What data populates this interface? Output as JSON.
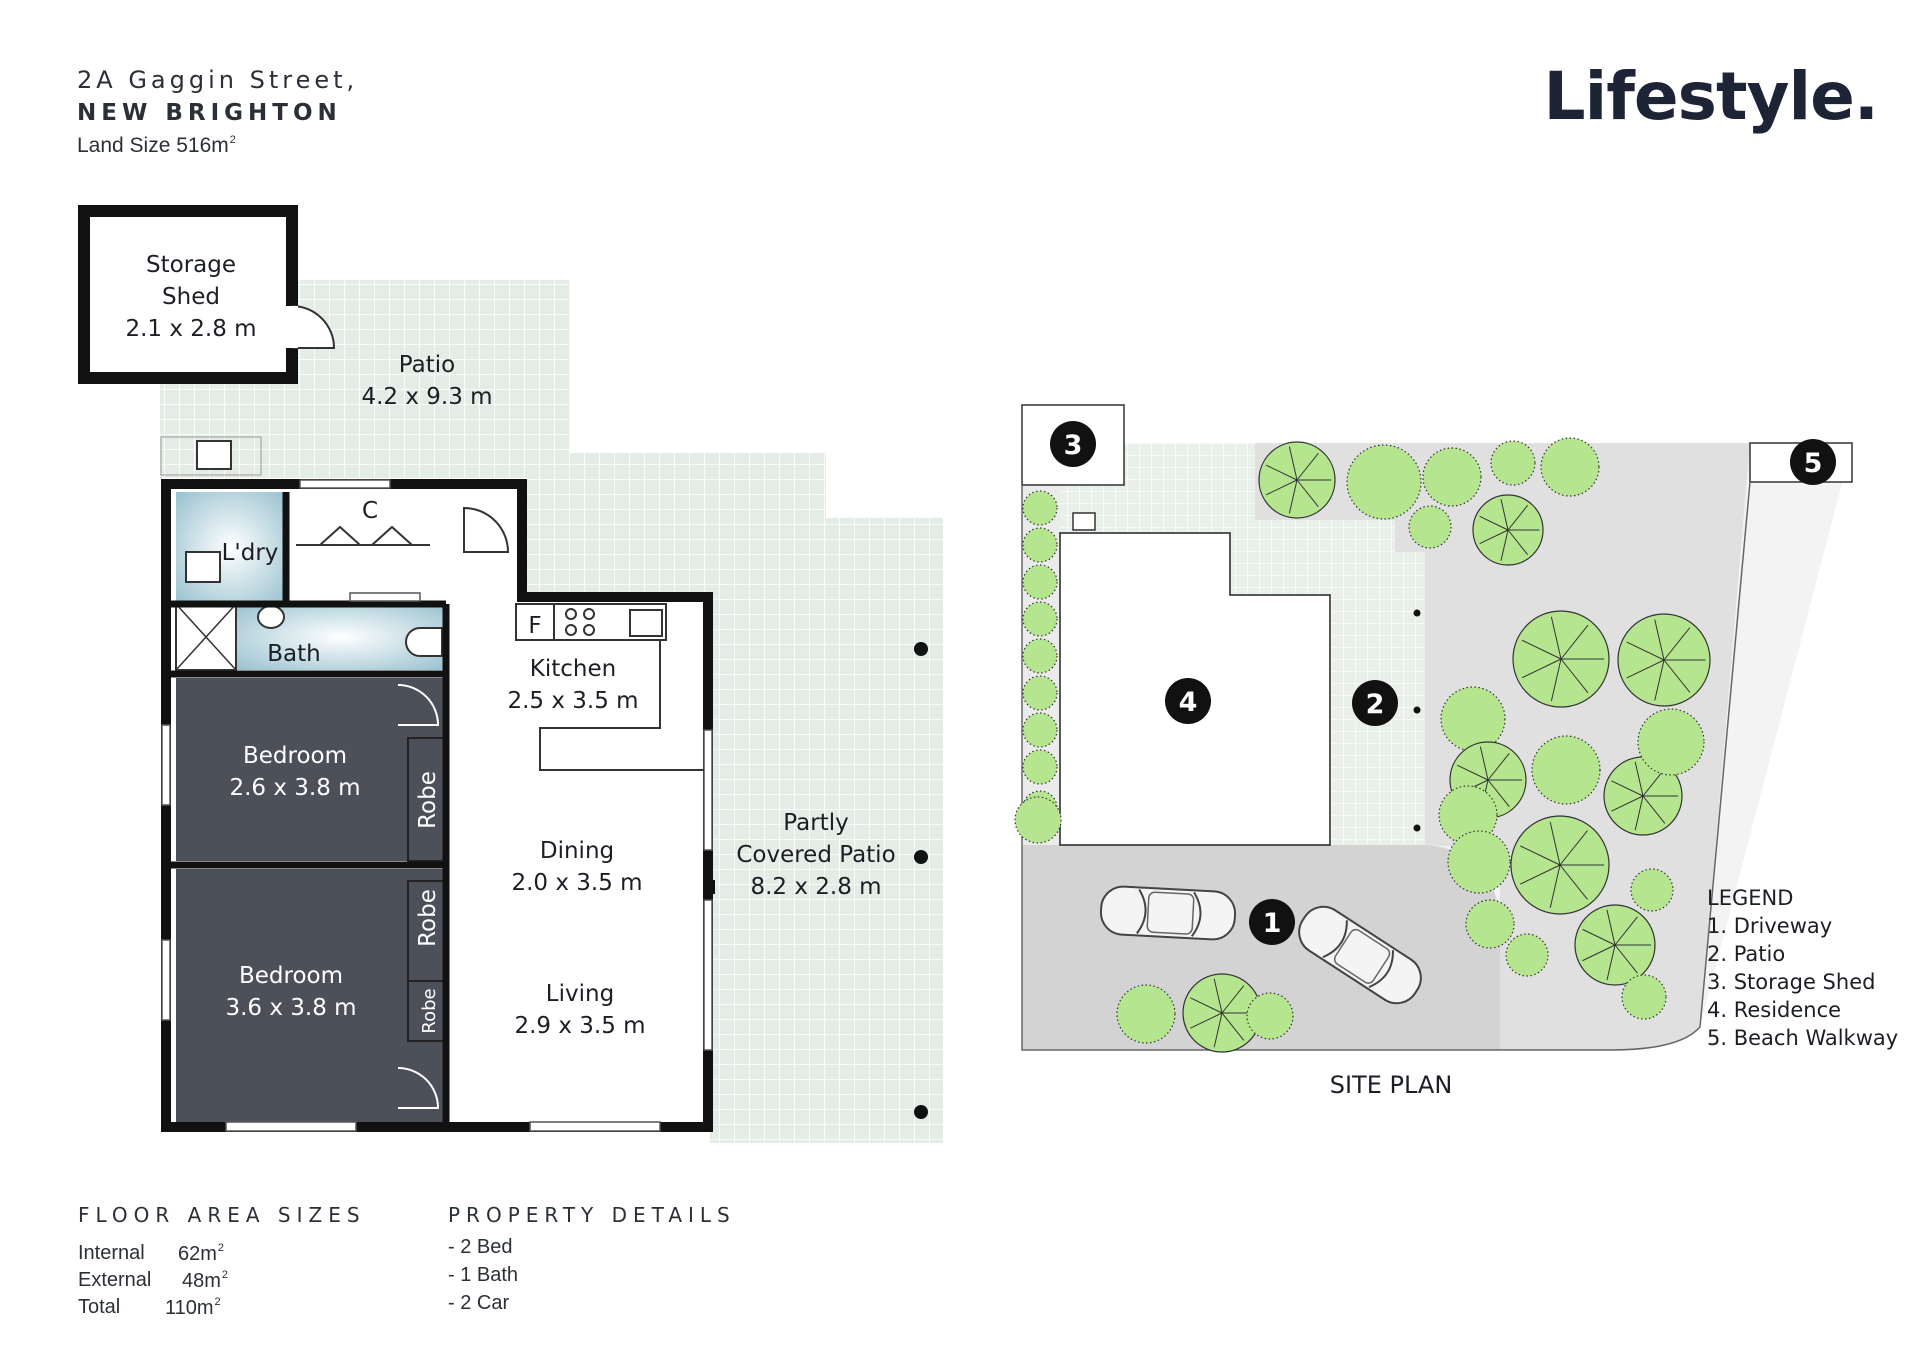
{
  "header": {
    "address_line1": "2A Gaggin Street,",
    "address_line2": "NEW BRIGHTON",
    "land_size": "Land Size  516m",
    "land_unit_sup": "2"
  },
  "brand": {
    "name": "Lifestyle."
  },
  "floor_plan": {
    "rooms": {
      "storage_line1": "Storage",
      "storage_line2": "Shed",
      "storage_size": "2.1 x 2.8 m",
      "patio": "Patio",
      "patio_size": "4.2 x 9.3 m",
      "laundry": "L'dry",
      "closet": "C",
      "bath": "Bath",
      "fridge": "F",
      "kitchen": "Kitchen",
      "kitchen_size": "2.5 x 3.5 m",
      "bedroom1": "Bedroom",
      "bedroom1_size": "2.6 x 3.8 m",
      "robe1": "Robe",
      "dining": "Dining",
      "dining_size": "2.0 x 3.5 m",
      "covered_line1": "Partly",
      "covered_line2": "Covered Patio",
      "covered_size": "8.2 x 2.8 m",
      "robe2": "Robe",
      "bedroom2": "Bedroom",
      "bedroom2_size": "3.6 x 3.8 m",
      "robe3": "Robe",
      "living": "Living",
      "living_size": "2.9 x 3.5 m"
    }
  },
  "site_plan": {
    "title": "SITE PLAN",
    "markers": [
      "1",
      "2",
      "3",
      "4",
      "5"
    ],
    "legend_title": "LEGEND",
    "legend_items": [
      "1. Driveway",
      "2. Patio",
      "3. Storage Shed",
      "4. Residence",
      "5. Beach Walkway"
    ]
  },
  "floor_area": {
    "title": "FLOOR AREA SIZES",
    "rows": [
      {
        "label": "Internal",
        "value": "62m",
        "sup": "2"
      },
      {
        "label": "External",
        "value": "48m",
        "sup": "2"
      },
      {
        "label": "Total",
        "value": "110m",
        "sup": "2"
      }
    ]
  },
  "property_details": {
    "title": "PROPERTY DETAILS",
    "items": [
      "-  2 Bed",
      "-  1 Bath",
      "-  2 Car"
    ]
  },
  "colors": {
    "wall": "#111111",
    "bedroom": "#4b5059",
    "patio_tile": "#e4ece6",
    "wet_area": "#a9cdd8",
    "driveway": "#d3d3d3",
    "tree": "#b6e58f",
    "marker": "#111111"
  }
}
